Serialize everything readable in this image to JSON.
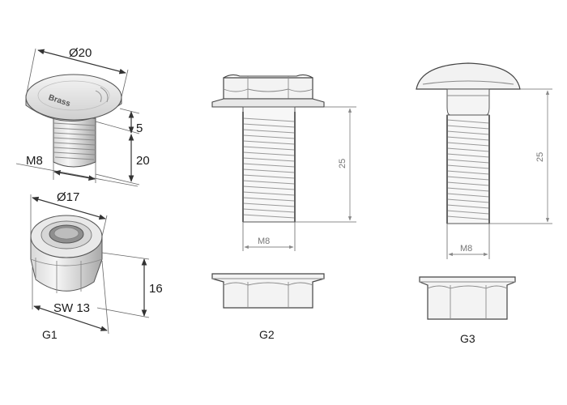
{
  "g1": {
    "bolt": {
      "head_diameter": "Ø20",
      "head_height": "5",
      "shank_length": "20",
      "thread": "M8",
      "logo": "Brass"
    },
    "nut": {
      "diameter": "Ø17",
      "height": "16",
      "wrench_size": "SW 13"
    },
    "caption": "G1"
  },
  "g2": {
    "length": "25",
    "thread": "M8",
    "caption": "G2"
  },
  "g3": {
    "length": "25",
    "thread": "M8",
    "caption": "G3"
  }
}
